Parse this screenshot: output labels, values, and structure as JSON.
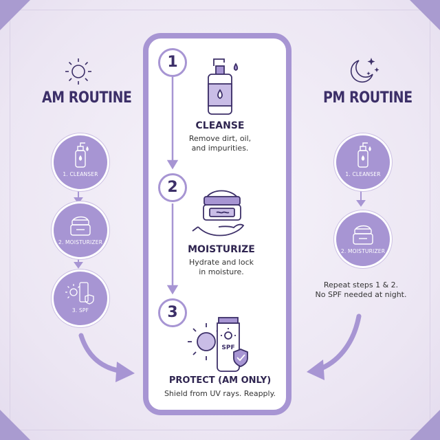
{
  "am": {
    "title": "AM ROUTINE",
    "steps": [
      {
        "label": "1. CLEANSER",
        "icon": "pump-bottle-icon"
      },
      {
        "label": "2. MOISTURIZER",
        "icon": "cream-jar-icon"
      },
      {
        "label": "3. SPF",
        "icon": "sunscreen-icon"
      }
    ],
    "icon": "sun-icon"
  },
  "pm": {
    "title": "PM ROUTINE",
    "steps": [
      {
        "label": "1. CLEANSER",
        "icon": "pump-bottle-icon"
      },
      {
        "label": "2. MOISTURIZER",
        "icon": "cream-jar-icon"
      }
    ],
    "note_line1": "Repeat steps 1 & 2.",
    "note_line2": "No SPF needed at night.",
    "icon": "moon-stars-icon"
  },
  "center": {
    "steps": [
      {
        "number": "1",
        "heading": "CLEANSE",
        "desc_line1": "Remove dirt, oil,",
        "desc_line2": "and impurities."
      },
      {
        "number": "2",
        "heading": "MOISTURIZE",
        "desc_line1": "Hydrate and lock",
        "desc_line2": "in moisture."
      },
      {
        "number": "3",
        "heading": "PROTECT (AM ONLY)",
        "desc_line1": "Shield from UV rays. Reapply."
      }
    ],
    "spf_text": "SPF"
  },
  "colors": {
    "accent": "#a795d3",
    "dark": "#3c2f68",
    "background": "#ece7f4"
  }
}
